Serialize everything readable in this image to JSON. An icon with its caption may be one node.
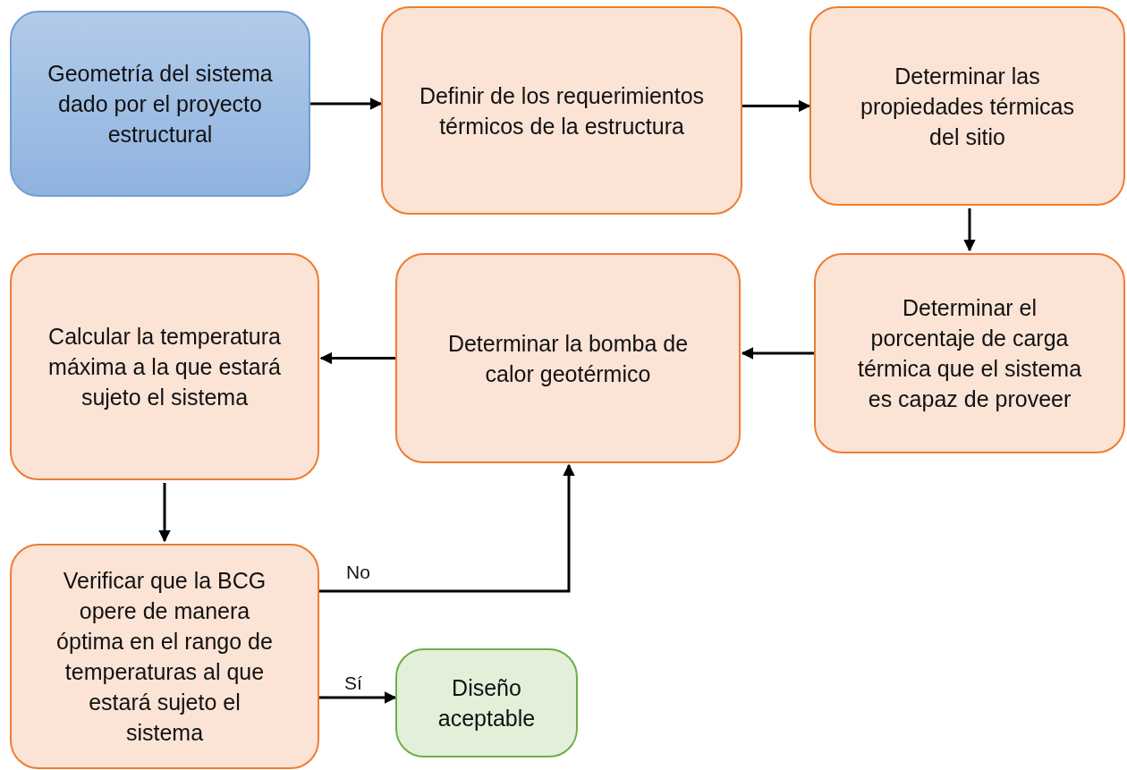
{
  "diagram": {
    "nodes": [
      {
        "text": [
          "Geometría del sistema dado por el proyecto estructural"
        ]
      },
      {
        "text": [
          "Definir de los requerimientos térmicos de la estructura"
        ]
      },
      {
        "text": [
          "Determinar las propiedades térmicas del sitio"
        ]
      },
      {
        "text": [
          "Determinar el porcentaje de carga térmica que el sistema es capaz de proveer"
        ]
      },
      {
        "text": [
          "Determinar la bomba de calor geotérmico"
        ]
      },
      {
        "text": [
          "Calcular la temperatura máxima a la que estará sujeto el sistema"
        ]
      },
      {
        "text": [
          "Verificar que la BCG opere de manera óptima en el rango de temperaturas al que estará sujeto el sistema"
        ]
      },
      {
        "text": [
          "Diseño aceptable"
        ]
      }
    ],
    "edges": [
      {
        "from": 0,
        "to": 1,
        "arrow": "to"
      },
      {
        "from": 1,
        "to": 2,
        "arrow": "to"
      },
      {
        "from": 2,
        "to": 3,
        "arrow": "to"
      },
      {
        "from": 3,
        "to": 4,
        "arrow": "to"
      },
      {
        "from": 4,
        "to": 5,
        "arrow": "to"
      },
      {
        "from": 5,
        "to": 6,
        "arrow": "to"
      },
      {
        "from": 6,
        "to": 4,
        "arrow": "to",
        "label": "No"
      },
      {
        "from": 6,
        "to": 7,
        "arrow": "to",
        "label": "Sí"
      }
    ]
  }
}
